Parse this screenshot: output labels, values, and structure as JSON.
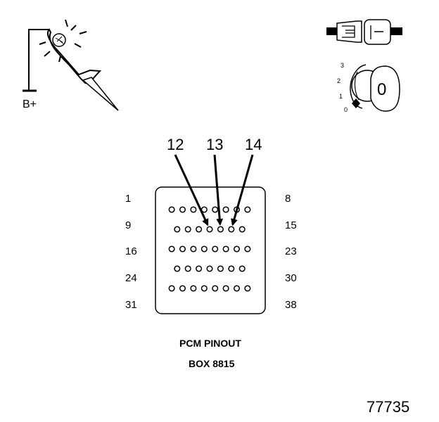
{
  "test_light": {
    "supply_label": "B+"
  },
  "ignition_key": {
    "positions": [
      "3",
      "2",
      "1",
      "0"
    ],
    "key_text": "0"
  },
  "callouts": [
    "12",
    "13",
    "14"
  ],
  "pin_labels": {
    "left": [
      "1",
      "9",
      "16",
      "24",
      "31"
    ],
    "right": [
      "8",
      "15",
      "23",
      "30",
      "38"
    ]
  },
  "connector": {
    "rows": [
      8,
      7,
      8,
      7,
      8
    ],
    "highlighted_pins": [
      12,
      13,
      14
    ]
  },
  "caption": {
    "line1": "PCM PINOUT",
    "line2": "BOX 8815"
  },
  "figure_id": "77735"
}
